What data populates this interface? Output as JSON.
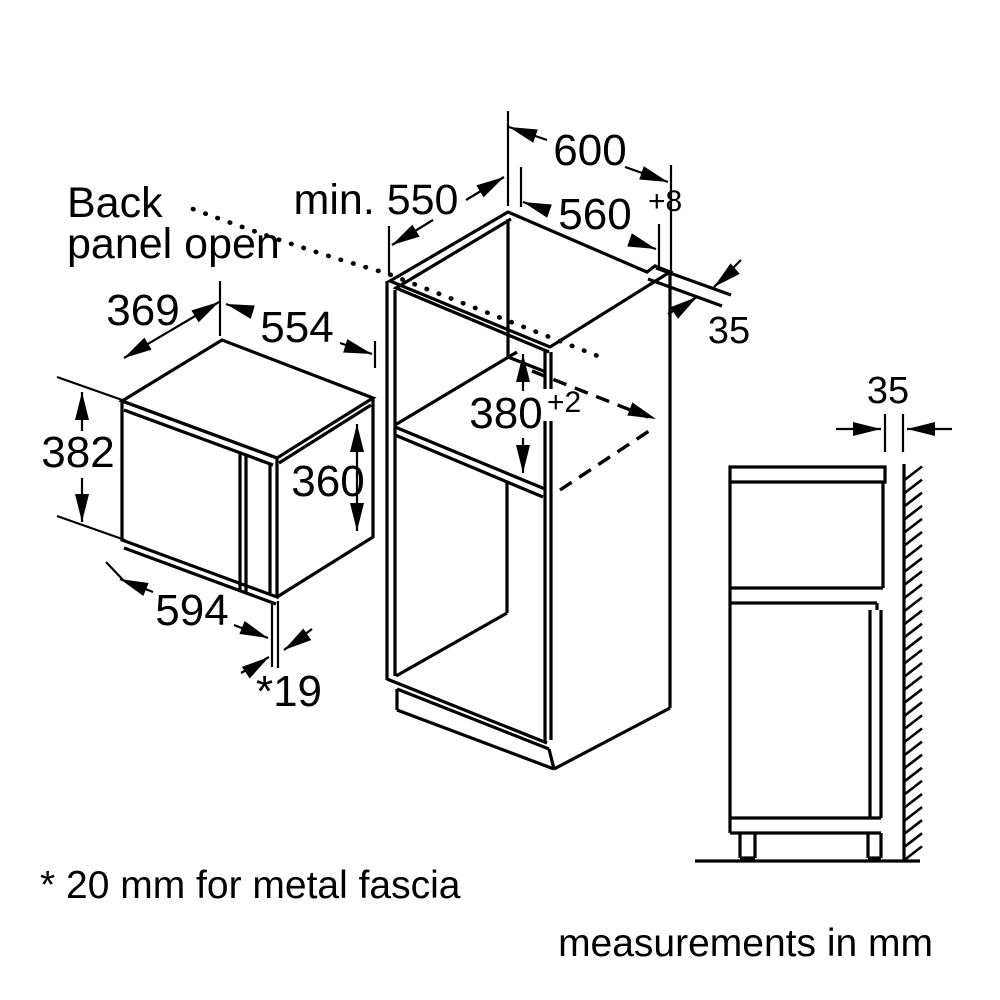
{
  "diagram": {
    "annotations": {
      "back_panel_line1": "Back",
      "back_panel_line2": "panel open"
    },
    "cabinet_view": {
      "overall_width": "600",
      "niche_width": "560",
      "niche_width_tolerance": "+8",
      "min_depth": "min. 550",
      "niche_height": "380",
      "niche_height_tolerance": "+2",
      "top_rail_depth": "35"
    },
    "appliance_view": {
      "depth": "369",
      "top_width": "554",
      "front_height": "382",
      "body_height": "360",
      "overall_width": "594",
      "door_protrusion": "*19"
    },
    "side_view": {
      "wall_clearance": "35"
    },
    "footnotes": {
      "door_protrusion_note": "* 20 mm for metal fascia",
      "units_note": "measurements in mm"
    },
    "colors": {
      "line": "#000000",
      "background": "#ffffff"
    }
  }
}
